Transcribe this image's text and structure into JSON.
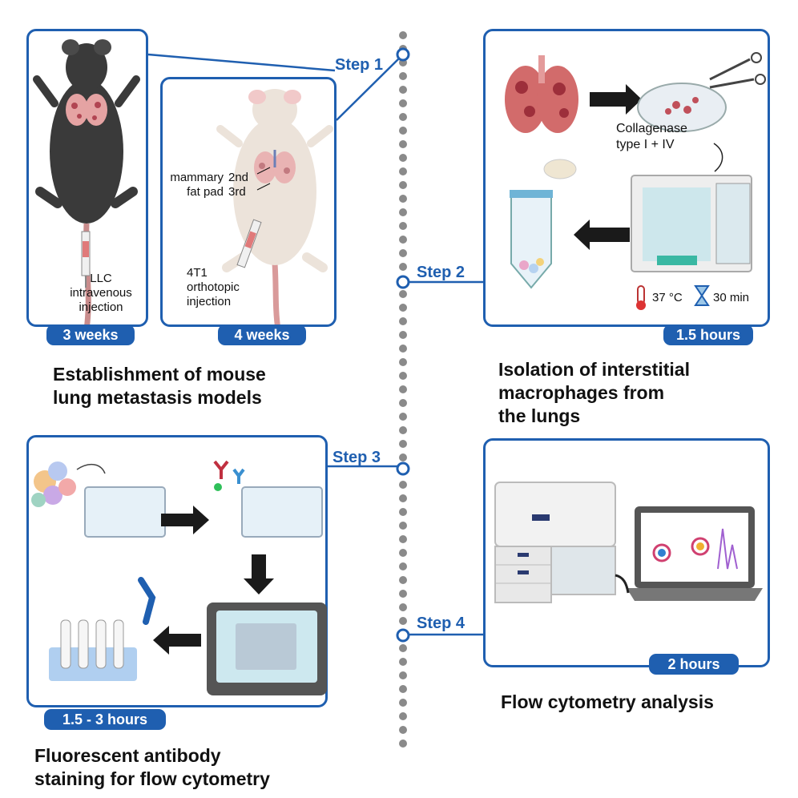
{
  "steps": [
    {
      "label": "Step 1"
    },
    {
      "label": "Step 2"
    },
    {
      "label": "Step 3"
    },
    {
      "label": "Step 4"
    }
  ],
  "step1": {
    "durations": [
      "3 weeks",
      "4 weeks"
    ],
    "llc_label": "LLC\nintravenous\ninjection",
    "t41_label": "4T1\northotopic\ninjection",
    "mammary_label": "mammary\nfat pad",
    "second_label": "2nd",
    "third_label": "3rd",
    "title": "Establishment of mouse\nlung metastasis models"
  },
  "step2": {
    "collagenase": "Collagenase\ntype I + IV",
    "temperature": "37 °C",
    "time": "30 min",
    "duration": "1.5 hours",
    "title": "Isolation of interstitial\nmacrophages from\nthe lungs"
  },
  "step3": {
    "duration": "1.5 - 3 hours",
    "title": "Fluorescent antibody\nstaining for flow cytometry"
  },
  "step4": {
    "duration": "2 hours",
    "title": "Flow cytometry analysis"
  },
  "colors": {
    "accent": "#1f5fb0",
    "timeline_dot": "#8a8a8a"
  }
}
